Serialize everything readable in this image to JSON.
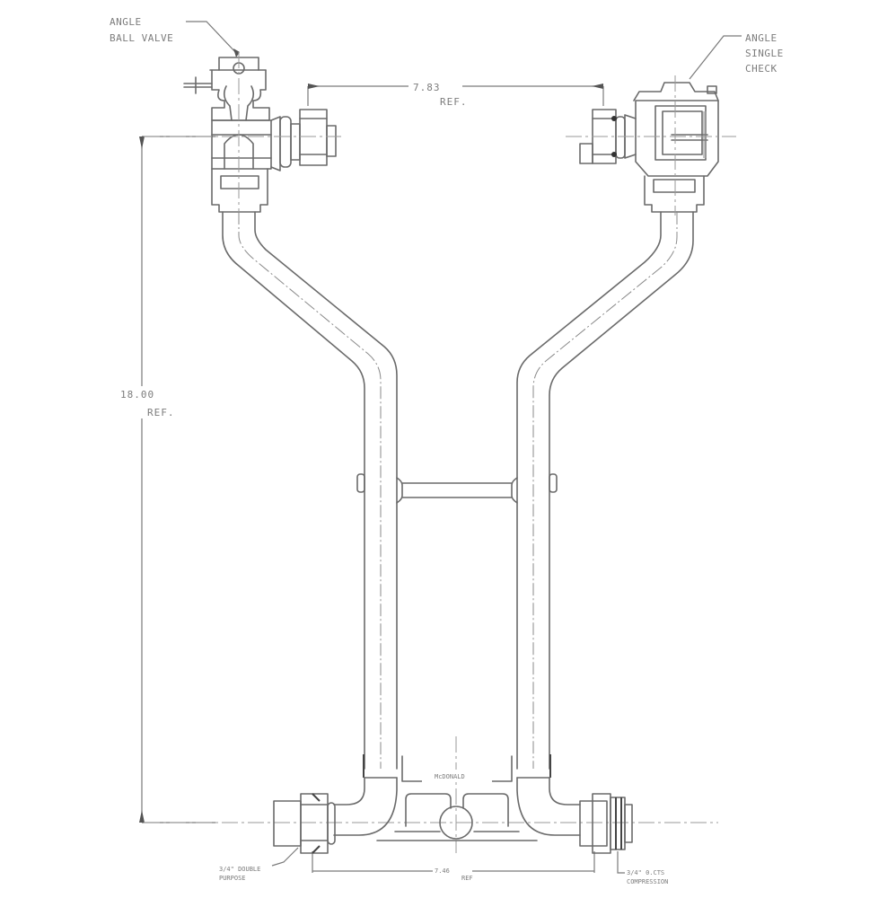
{
  "drawing": {
    "type": "meter setter technical drawing",
    "callouts": {
      "ball_valve_line1": "ANGLE",
      "ball_valve_line2": "BALL VALVE",
      "check_line1": "ANGLE",
      "check_line2": "SINGLE",
      "check_line3": "CHECK",
      "inlet_line1": "3/4\" DOUBLE",
      "inlet_line2": "PURPOSE",
      "outlet_line1": "3/4\" 0.CTS",
      "outlet_line2": "COMPRESSION"
    },
    "dimensions": {
      "top_width_value": "7.83",
      "top_width_suffix": "REF.",
      "height_value": "18.00",
      "height_suffix": "REF.",
      "bottom_width_value": "7.46",
      "bottom_width_suffix": "REF"
    },
    "brand_label": "McDONALD",
    "colors": {
      "line": "#6a6a6a",
      "text": "#7c7c7c",
      "background": "#ffffff"
    }
  }
}
